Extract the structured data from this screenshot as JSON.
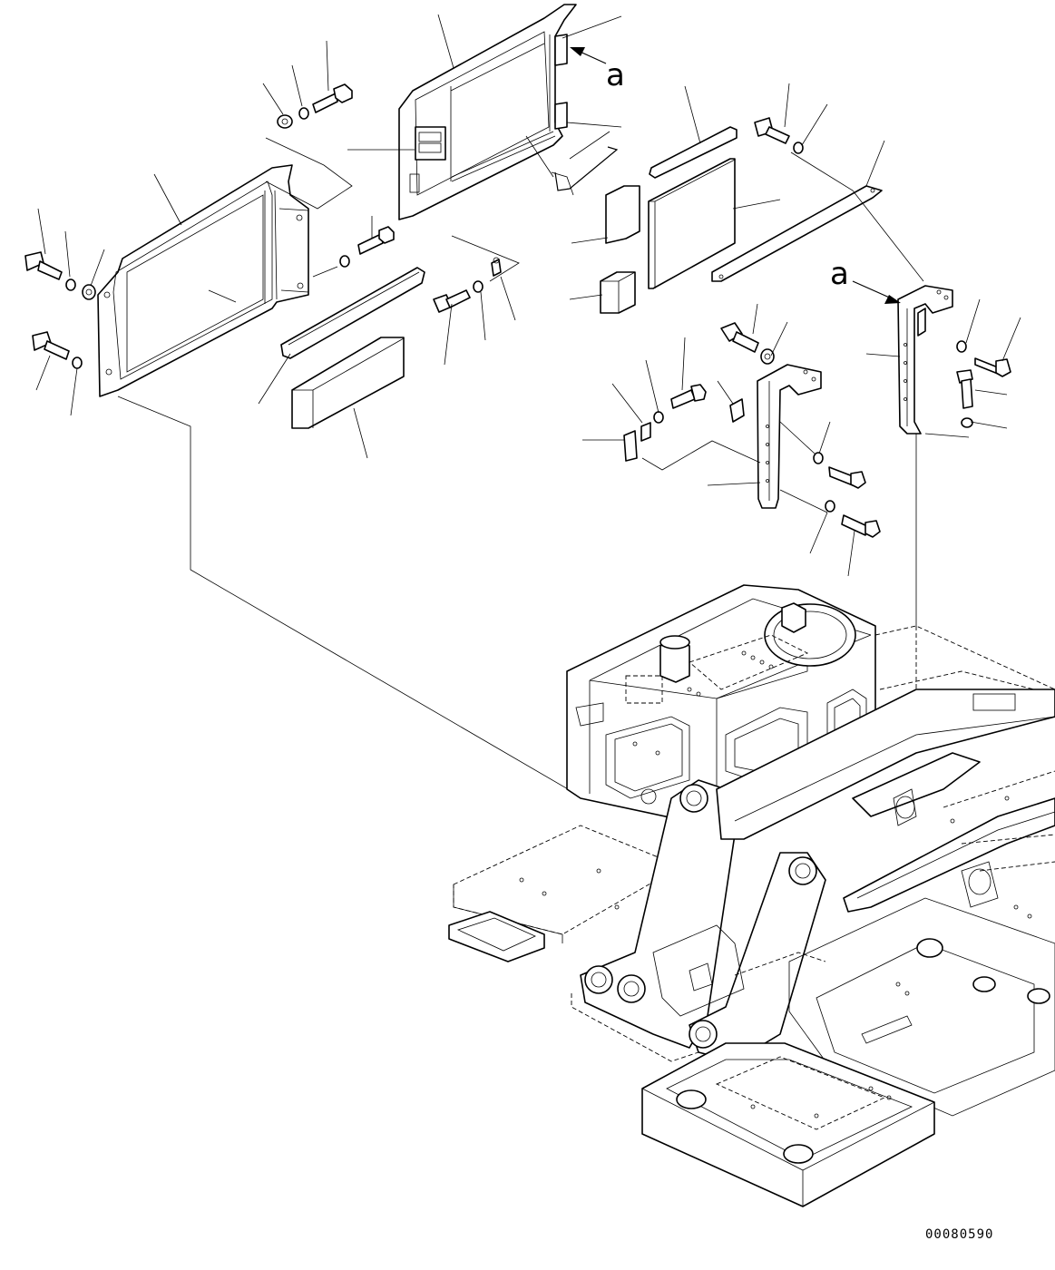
{
  "diagram": {
    "view_letters": [
      "a",
      "a"
    ],
    "drawing_number": "00080590"
  }
}
